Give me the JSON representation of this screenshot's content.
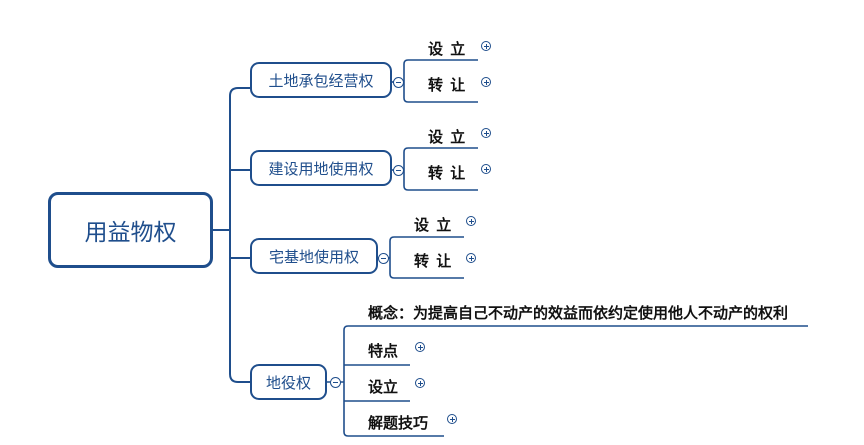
{
  "root": "用益物权",
  "branches": [
    {
      "label": "土地承包经营权",
      "children": [
        "设 立",
        "转 让"
      ]
    },
    {
      "label": "建设用地使用权",
      "children": [
        "设 立",
        "转 让"
      ]
    },
    {
      "label": "宅基地使用权",
      "children": [
        "设 立",
        "转 让"
      ]
    },
    {
      "label": "地役权",
      "children": [
        "概念：为提高自己不动产的效益而依约定使用他人不动产的权利",
        "特点",
        "设立",
        "解题技巧"
      ]
    }
  ],
  "icons": {
    "collapse": "minus-circle-icon",
    "expand": "plus-circle-icon"
  },
  "colors": {
    "line": "#1f4e8c"
  }
}
